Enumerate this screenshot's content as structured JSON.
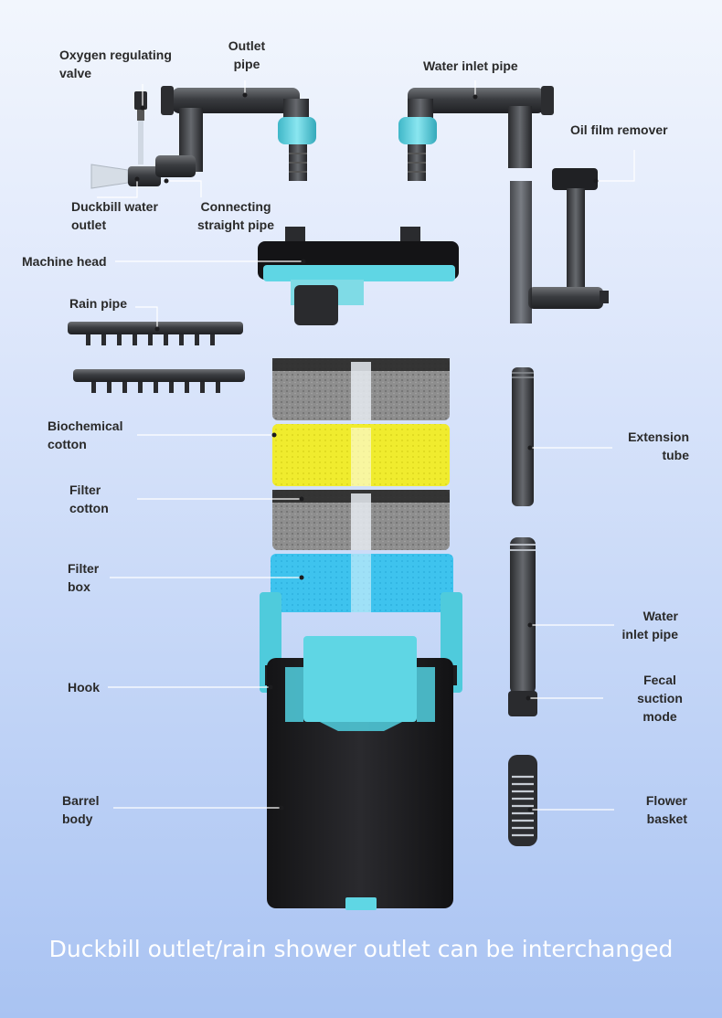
{
  "labels": {
    "oxygen_valve": "Oxygen regulating\nvalve",
    "outlet_pipe": "Outlet\npipe",
    "water_inlet_pipe_top": "Water inlet pipe",
    "oil_film_remover": "Oil film remover",
    "duckbill_outlet": "Duckbill water\noutlet",
    "connecting_pipe": "Connecting\nstraight pipe",
    "machine_head": "Machine head",
    "rain_pipe": "Rain pipe",
    "biochemical_cotton": "Biochemical\ncotton",
    "filter_cotton": "Filter\ncotton",
    "filter_box": "Filter\nbox",
    "hook": "Hook",
    "barrel_body": "Barrel\nbody",
    "extension_tube": "Extension\ntube",
    "water_inlet_pipe": "Water\ninlet pipe",
    "fecal_suction": "Fecal\nsuction\nmode",
    "flower_basket": "Flower\nbasket"
  },
  "caption": "Duckbill outlet/rain shower outlet can be interchanged",
  "colors": {
    "accent_teal": "#5fd6e4",
    "sponge_yellow": "#f3ef3a",
    "sponge_blue": "#3fc4ee",
    "sponge_gray": "#8c8c8c",
    "body_black": "#1b1b1d"
  }
}
